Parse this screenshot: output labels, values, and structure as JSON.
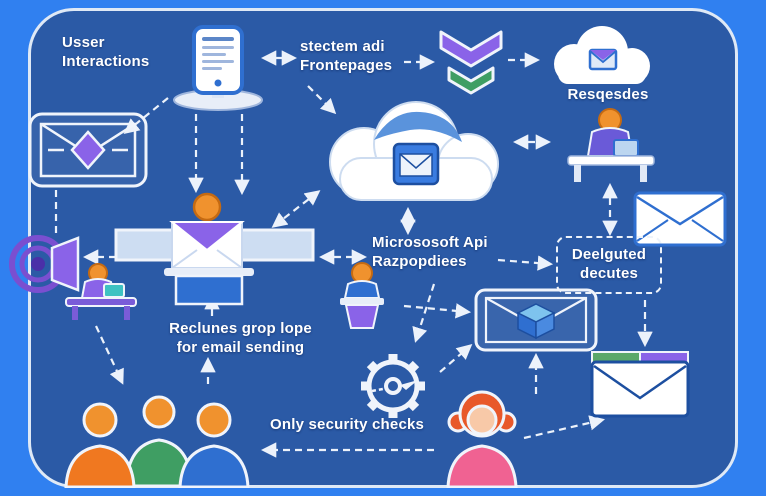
{
  "labels": {
    "user_interactions": "Usser\nInteractions",
    "frontend": "stectem adi\nFrontepages",
    "requests": "Resqesdes",
    "ms_api": "Micrososoft Api\nRazpopdiees",
    "delegated": "Deelguted\ndecutes",
    "recipients": "Reclunes grop lope\nfor email sending",
    "security": "Only security checks"
  },
  "nodes": [
    {
      "id": "tablet",
      "icon": "tablet-document-icon"
    },
    {
      "id": "chevrons",
      "icon": "double-chevron-down-icon"
    },
    {
      "id": "cloud-requests",
      "icon": "cloud-mail-icon",
      "label_ref": "requests"
    },
    {
      "id": "envelope-frame-left",
      "icon": "framed-envelope-icon"
    },
    {
      "id": "cloud-main",
      "icon": "cloud-envelope-icon"
    },
    {
      "id": "agent-desk",
      "icon": "person-at-desk-icon"
    },
    {
      "id": "envelope-right",
      "icon": "envelope-icon"
    },
    {
      "id": "delegated-box",
      "label_ref": "delegated"
    },
    {
      "id": "sender-banner",
      "icon": "person-envelope-banner-icon"
    },
    {
      "id": "megaphone",
      "icon": "megaphone-icon"
    },
    {
      "id": "desk-person-left",
      "icon": "person-at-desk-icon"
    },
    {
      "id": "podium-person",
      "icon": "person-at-podium-icon"
    },
    {
      "id": "envelope-frame-cube",
      "icon": "framed-envelope-cube-icon"
    },
    {
      "id": "gear",
      "icon": "gear-icon"
    },
    {
      "id": "envelope-bottom-right",
      "icon": "striped-envelope-icon"
    },
    {
      "id": "team-group",
      "icon": "three-people-icon"
    },
    {
      "id": "woman",
      "icon": "woman-icon"
    }
  ],
  "edges": [
    {
      "from": "tablet",
      "to": "frontend-label",
      "style": "double"
    },
    {
      "from": "frontend-label",
      "to": "chevrons"
    },
    {
      "from": "chevrons",
      "to": "cloud-requests"
    },
    {
      "from": "tablet",
      "to": "envelope-frame-left"
    },
    {
      "from": "tablet",
      "to": "sender-banner"
    },
    {
      "from": "frontend-label",
      "to": "cloud-main"
    },
    {
      "from": "cloud-main",
      "to": "sender-banner",
      "style": "double"
    },
    {
      "from": "cloud-main",
      "to": "ms-api-label",
      "style": "double"
    },
    {
      "from": "cloud-main",
      "to": "agent-desk",
      "style": "double"
    },
    {
      "from": "agent-desk",
      "to": "delegated-box",
      "style": "double"
    },
    {
      "from": "sender-banner",
      "to": "megaphone"
    },
    {
      "from": "sender-banner",
      "to": "ms-api-label",
      "style": "double"
    },
    {
      "from": "recipients-label",
      "to": "sender-banner"
    },
    {
      "from": "ms-api-label",
      "to": "delegated-box"
    },
    {
      "from": "podium-person",
      "to": "envelope-frame-cube"
    },
    {
      "from": "ms-api-label",
      "to": "gear"
    },
    {
      "from": "delegated-box",
      "to": "envelope-bottom-right"
    },
    {
      "from": "woman",
      "to": "team-group"
    },
    {
      "from": "woman",
      "to": "envelope-bottom-right"
    },
    {
      "from": "team-group",
      "to": "recipients-label"
    },
    {
      "from": "desk-person-left",
      "to": "team-group"
    },
    {
      "from": "gear",
      "to": "envelope-frame-cube"
    }
  ],
  "palette": {
    "outer_background": "#3080f0",
    "panel_background": "#2b5aa6",
    "connector": "#ecf2fb",
    "purple": "#8a63e8",
    "green": "#3f9e63",
    "skin_orange": "#f0922e",
    "shirt_orange": "#f07820",
    "blue": "#2f6fd0",
    "pink": "#f06292",
    "red_hair": "#e8582a",
    "white": "#ffffff"
  }
}
